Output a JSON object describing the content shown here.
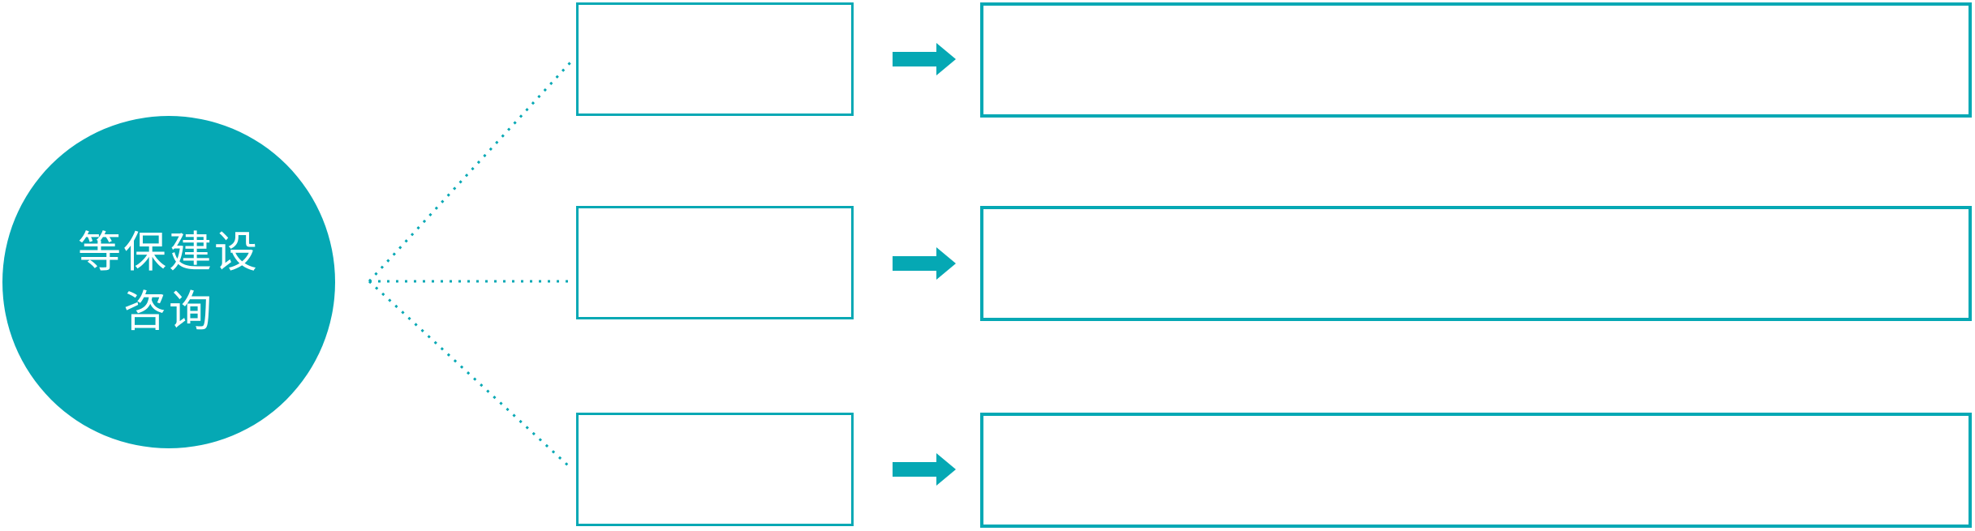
{
  "colors": {
    "accent": "#05a8b4",
    "text_on_accent": "#ffffff",
    "background": "#ffffff"
  },
  "hub": {
    "label": "等保建设咨询",
    "lines": [
      "等保建设",
      "咨询"
    ]
  },
  "rows": [
    {
      "step_label": "",
      "detail_label": ""
    },
    {
      "step_label": "",
      "detail_label": ""
    },
    {
      "step_label": "",
      "detail_label": ""
    }
  ],
  "icons": {
    "row_arrow": "right-block-arrow",
    "connector": "dotted-fan-line"
  }
}
